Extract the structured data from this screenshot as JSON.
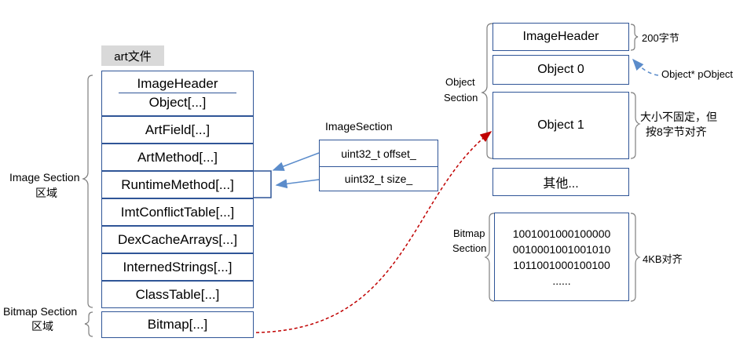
{
  "art_label": "art文件",
  "left_stack": {
    "header_title": "ImageHeader",
    "header_sub": "Object[...]",
    "items": [
      "ArtField[...]",
      "ArtMethod[...]",
      "RuntimeMethod[...]",
      "ImtConflictTable[...]",
      "DexCacheArrays[...]",
      "InternedStrings[...]",
      "ClassTable[...]"
    ],
    "bitmap": "Bitmap[...]"
  },
  "left_labels": {
    "image_section_1": "Image Section",
    "image_section_2": "区域",
    "bitmap_section_1": "Bitmap Section",
    "bitmap_section_2": "区域"
  },
  "image_section": {
    "title": "ImageSection",
    "fields": [
      "uint32_t offset_",
      "uint32_t size_"
    ]
  },
  "right_stack": {
    "object_section_label_1": "Object",
    "object_section_label_2": "Section",
    "image_header": "ImageHeader",
    "object0": "Object 0",
    "object1": "Object 1",
    "others": "其他...",
    "size_note": "200字节",
    "pointer_note": "Object* pObject",
    "object1_note_1": "大小不固定，但",
    "object1_note_2": "按8字节对齐"
  },
  "bitmap_section": {
    "label_1": "Bitmap",
    "label_2": "Section",
    "lines": [
      "1001001000100000",
      "0010001001001010",
      "1011001000100100",
      "......"
    ],
    "align_note": "4KB对齐"
  }
}
